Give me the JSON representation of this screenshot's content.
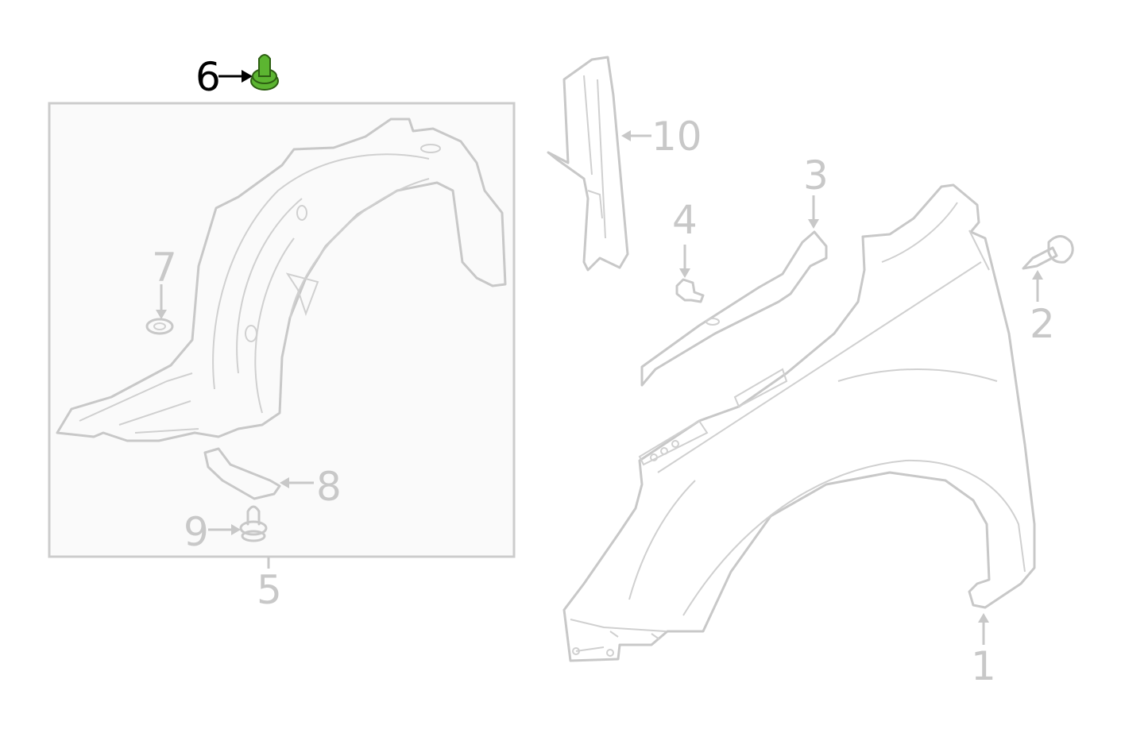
{
  "diagram": {
    "highlighted_part": "6",
    "highlight_color": "#5cb531",
    "callouts": [
      {
        "id": "c1",
        "label": "1"
      },
      {
        "id": "c2",
        "label": "2"
      },
      {
        "id": "c3",
        "label": "3"
      },
      {
        "id": "c4",
        "label": "4"
      },
      {
        "id": "c5",
        "label": "5"
      },
      {
        "id": "c6",
        "label": "6"
      },
      {
        "id": "c7",
        "label": "7"
      },
      {
        "id": "c8",
        "label": "8"
      },
      {
        "id": "c9",
        "label": "9"
      },
      {
        "id": "c10",
        "label": "10"
      }
    ]
  }
}
